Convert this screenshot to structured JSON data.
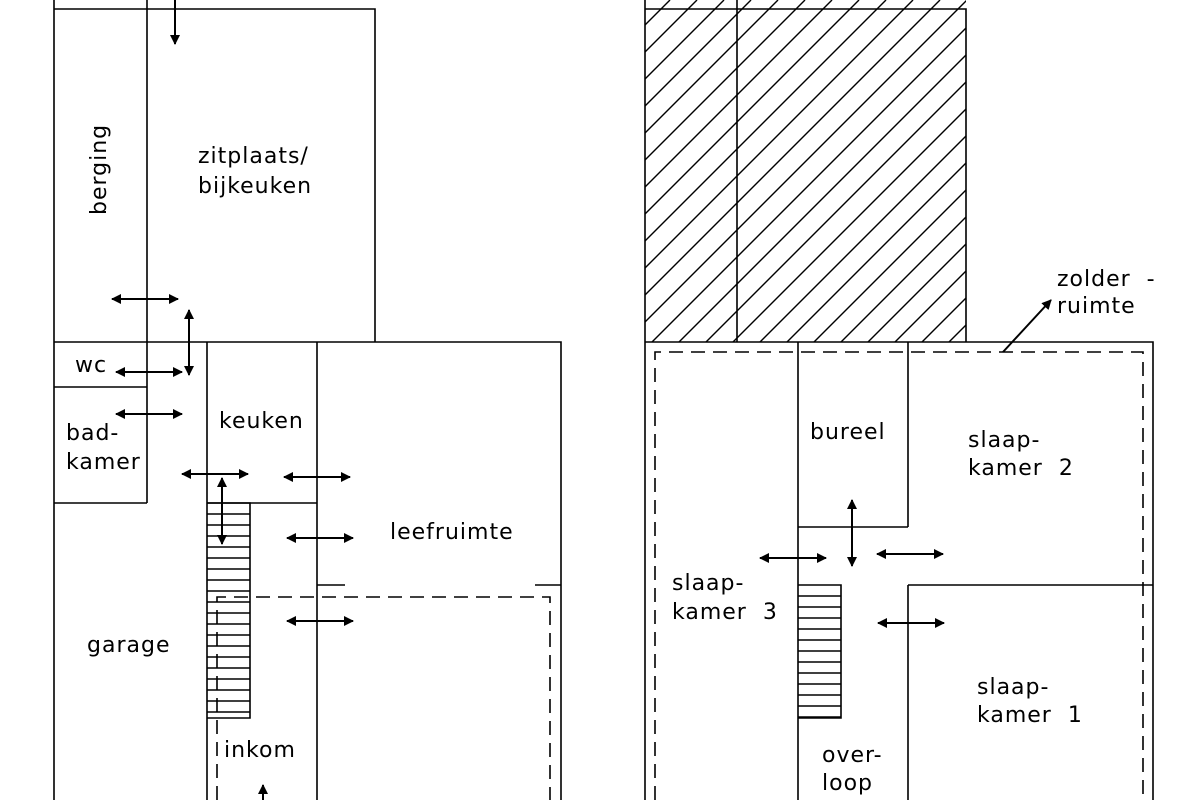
{
  "ground_floor": {
    "rooms": {
      "berging": "berging",
      "zitplaats_line1": "zitplaats/",
      "zitplaats_line2": "bijkeuken",
      "wc": "wc",
      "badkamer_line1": "bad-",
      "badkamer_line2": "kamer",
      "keuken": "keuken",
      "leefruimte": "leefruimte",
      "garage": "garage",
      "inkom": "inkom"
    }
  },
  "first_floor": {
    "rooms": {
      "zolder_line1": "zolder  -",
      "zolder_line2": "ruimte",
      "bureel": "bureel",
      "slaapkamer2_line1": "slaap-",
      "slaapkamer2_line2": "kamer  2",
      "slaapkamer3_line1": "slaap-",
      "slaapkamer3_line2": "kamer  3",
      "slaapkamer1_line1": "slaap-",
      "slaapkamer1_line2": "kamer  1",
      "overloop_line1": "over-",
      "overloop_line2": "loop"
    }
  }
}
